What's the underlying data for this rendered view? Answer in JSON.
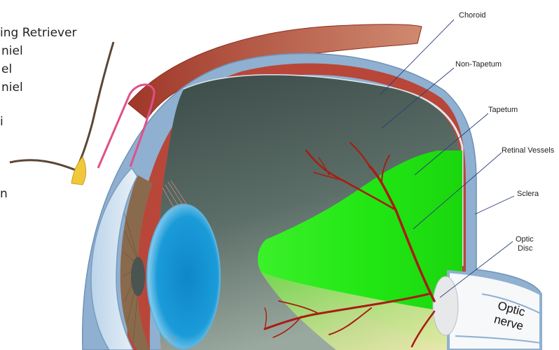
{
  "left_text": [
    "ing Retriever",
    "niel",
    "el",
    "niel",
    "i",
    "n"
  ],
  "labels": {
    "choroid": "Choroid",
    "non_tapetum": "Non-Tapetum",
    "tapetum": "Tapetum",
    "retinal_vessels": "Retinal Vessels",
    "sclera": "Sclera",
    "optic_disc_line1": "Optic",
    "optic_disc_line2": "Disc",
    "optic_nerve_line1": "Optic",
    "optic_nerve_line2": "nerve"
  },
  "colors": {
    "sclera": "#8fb0d0",
    "choroid": "#b8473a",
    "tapetum": "#22e614",
    "vessel": "#a81d12",
    "lens": "#1a9bd8",
    "iris": "#8a6a4c"
  }
}
